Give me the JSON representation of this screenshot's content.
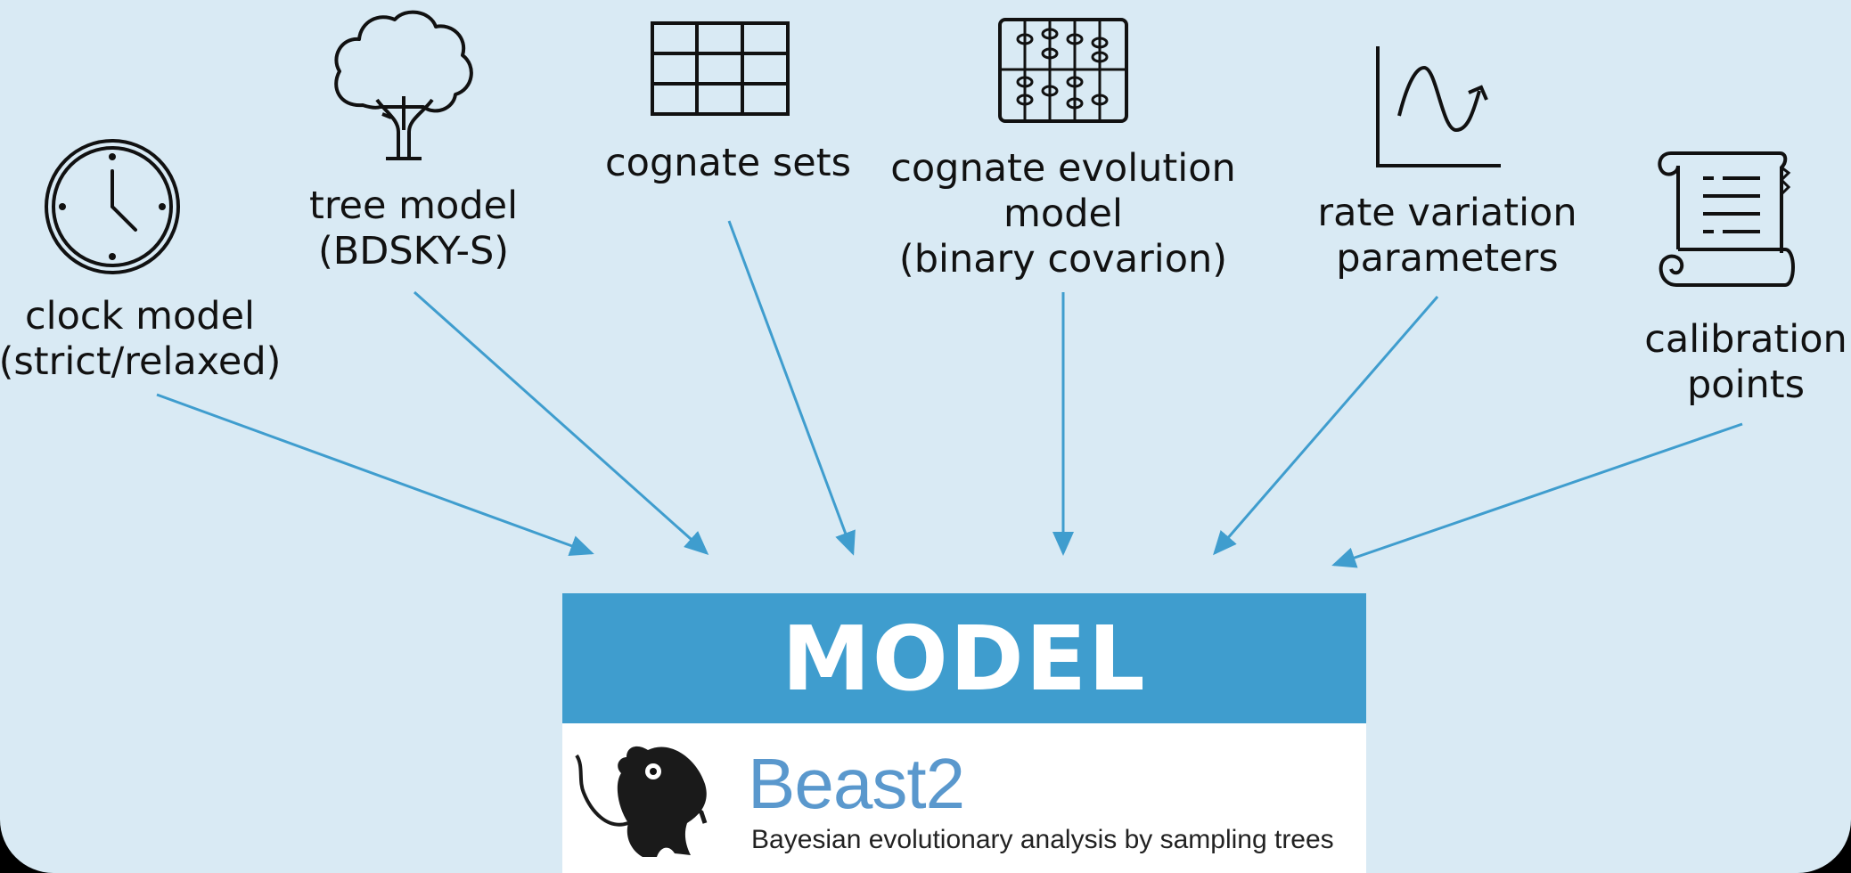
{
  "diagram": {
    "inputs": [
      {
        "id": "clock",
        "lines": [
          "clock model",
          "(strict/relaxed)"
        ],
        "icon": "clock-icon"
      },
      {
        "id": "tree",
        "lines": [
          "tree model",
          "(BDSKY-S)"
        ],
        "icon": "tree-icon"
      },
      {
        "id": "cognate-sets",
        "lines": [
          "cognate sets"
        ],
        "icon": "grid-table-icon"
      },
      {
        "id": "cognate-evolution",
        "lines": [
          "cognate evolution",
          "model",
          "(binary covarion)"
        ],
        "icon": "abacus-icon"
      },
      {
        "id": "rate-variation",
        "lines": [
          "rate variation",
          "parameters"
        ],
        "icon": "wave-chart-icon"
      },
      {
        "id": "calibration",
        "lines": [
          "calibration",
          "points"
        ],
        "icon": "scroll-icon"
      }
    ],
    "model": {
      "title": "MODEL",
      "logo_name": "Beast2",
      "tagline": "Bayesian evolutionary analysis by sampling trees"
    },
    "colors": {
      "background": "#d9eaf4",
      "accent": "#3f9dce",
      "arrow": "#3f9dce",
      "logo_text": "#5a98cd"
    }
  }
}
